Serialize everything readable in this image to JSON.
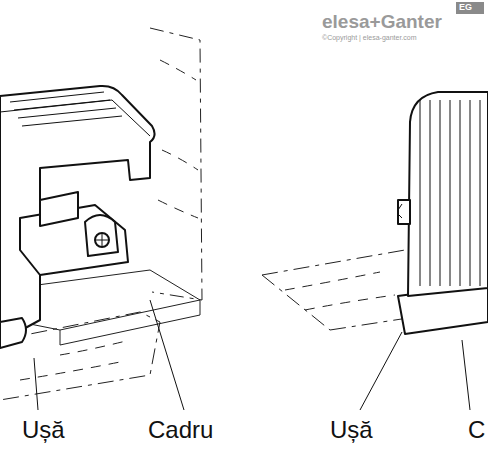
{
  "diagram": {
    "labels": [
      "elesa+Ganter",
      "EG",
      "©Copyright | elesa-ganter.com",
      "Ușă",
      "Cadru",
      "Ușă",
      "C"
    ]
  }
}
